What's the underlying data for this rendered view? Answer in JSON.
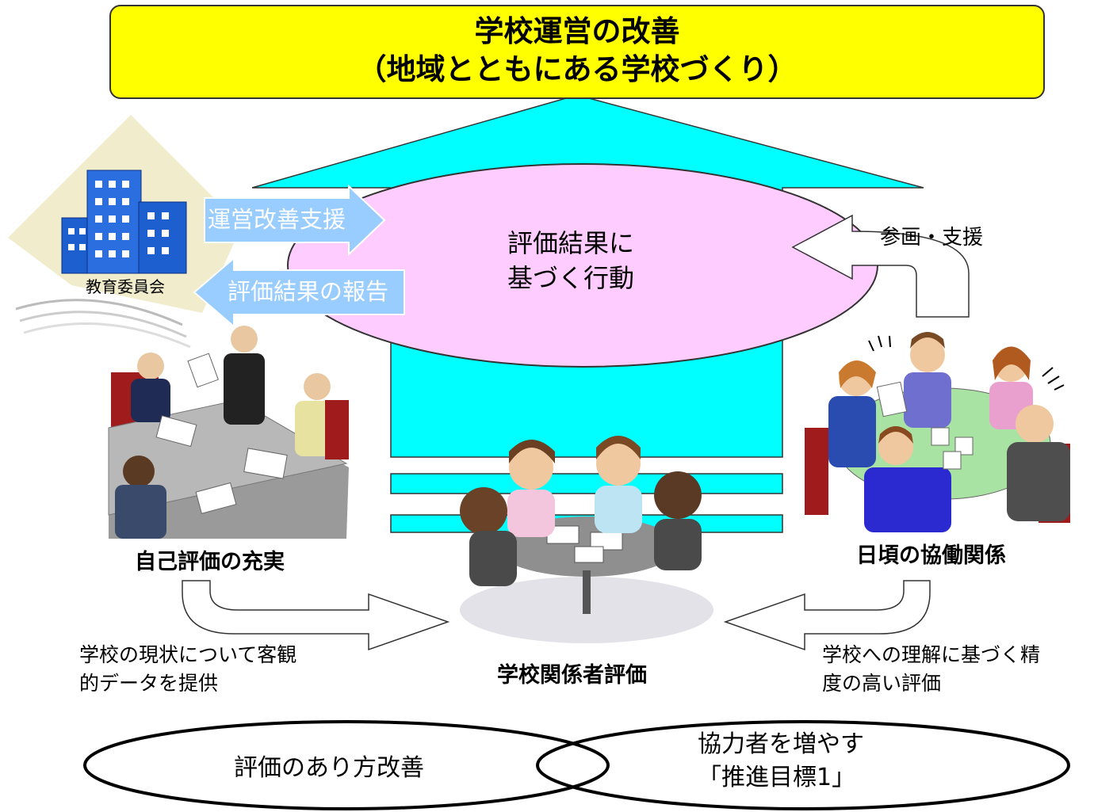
{
  "title": {
    "line1": "学校運営の改善",
    "line2": "（地域とともにある学校づくり）"
  },
  "center_ellipse": {
    "line1": "評価結果に",
    "line2": "基づく行動"
  },
  "board_of_education": {
    "label": "教育委員会",
    "support_arrow": "運営改善支援",
    "report_arrow": "評価結果の報告"
  },
  "left_group": {
    "caption": "自己評価の充実",
    "note_line1": "学校の現状について客観",
    "note_line2": "的データを提供"
  },
  "center_group": {
    "caption": "学校関係者評価"
  },
  "right_group": {
    "caption": "日頃の協働関係",
    "participation_label": "参画・支援",
    "note_line1": "学校への理解に基づく精",
    "note_line2": "度の高い評価"
  },
  "bottom": {
    "left_ellipse": "評価のあり方改善",
    "right_line1": "協力者を増やす",
    "right_line2": "「推進目標1」"
  },
  "colors": {
    "title_fill": "#ffff00",
    "main_arrow_fill": "#00ffff",
    "center_ellipse_fill": "#ffccff",
    "side_arrow_fill": "#99ccff"
  }
}
